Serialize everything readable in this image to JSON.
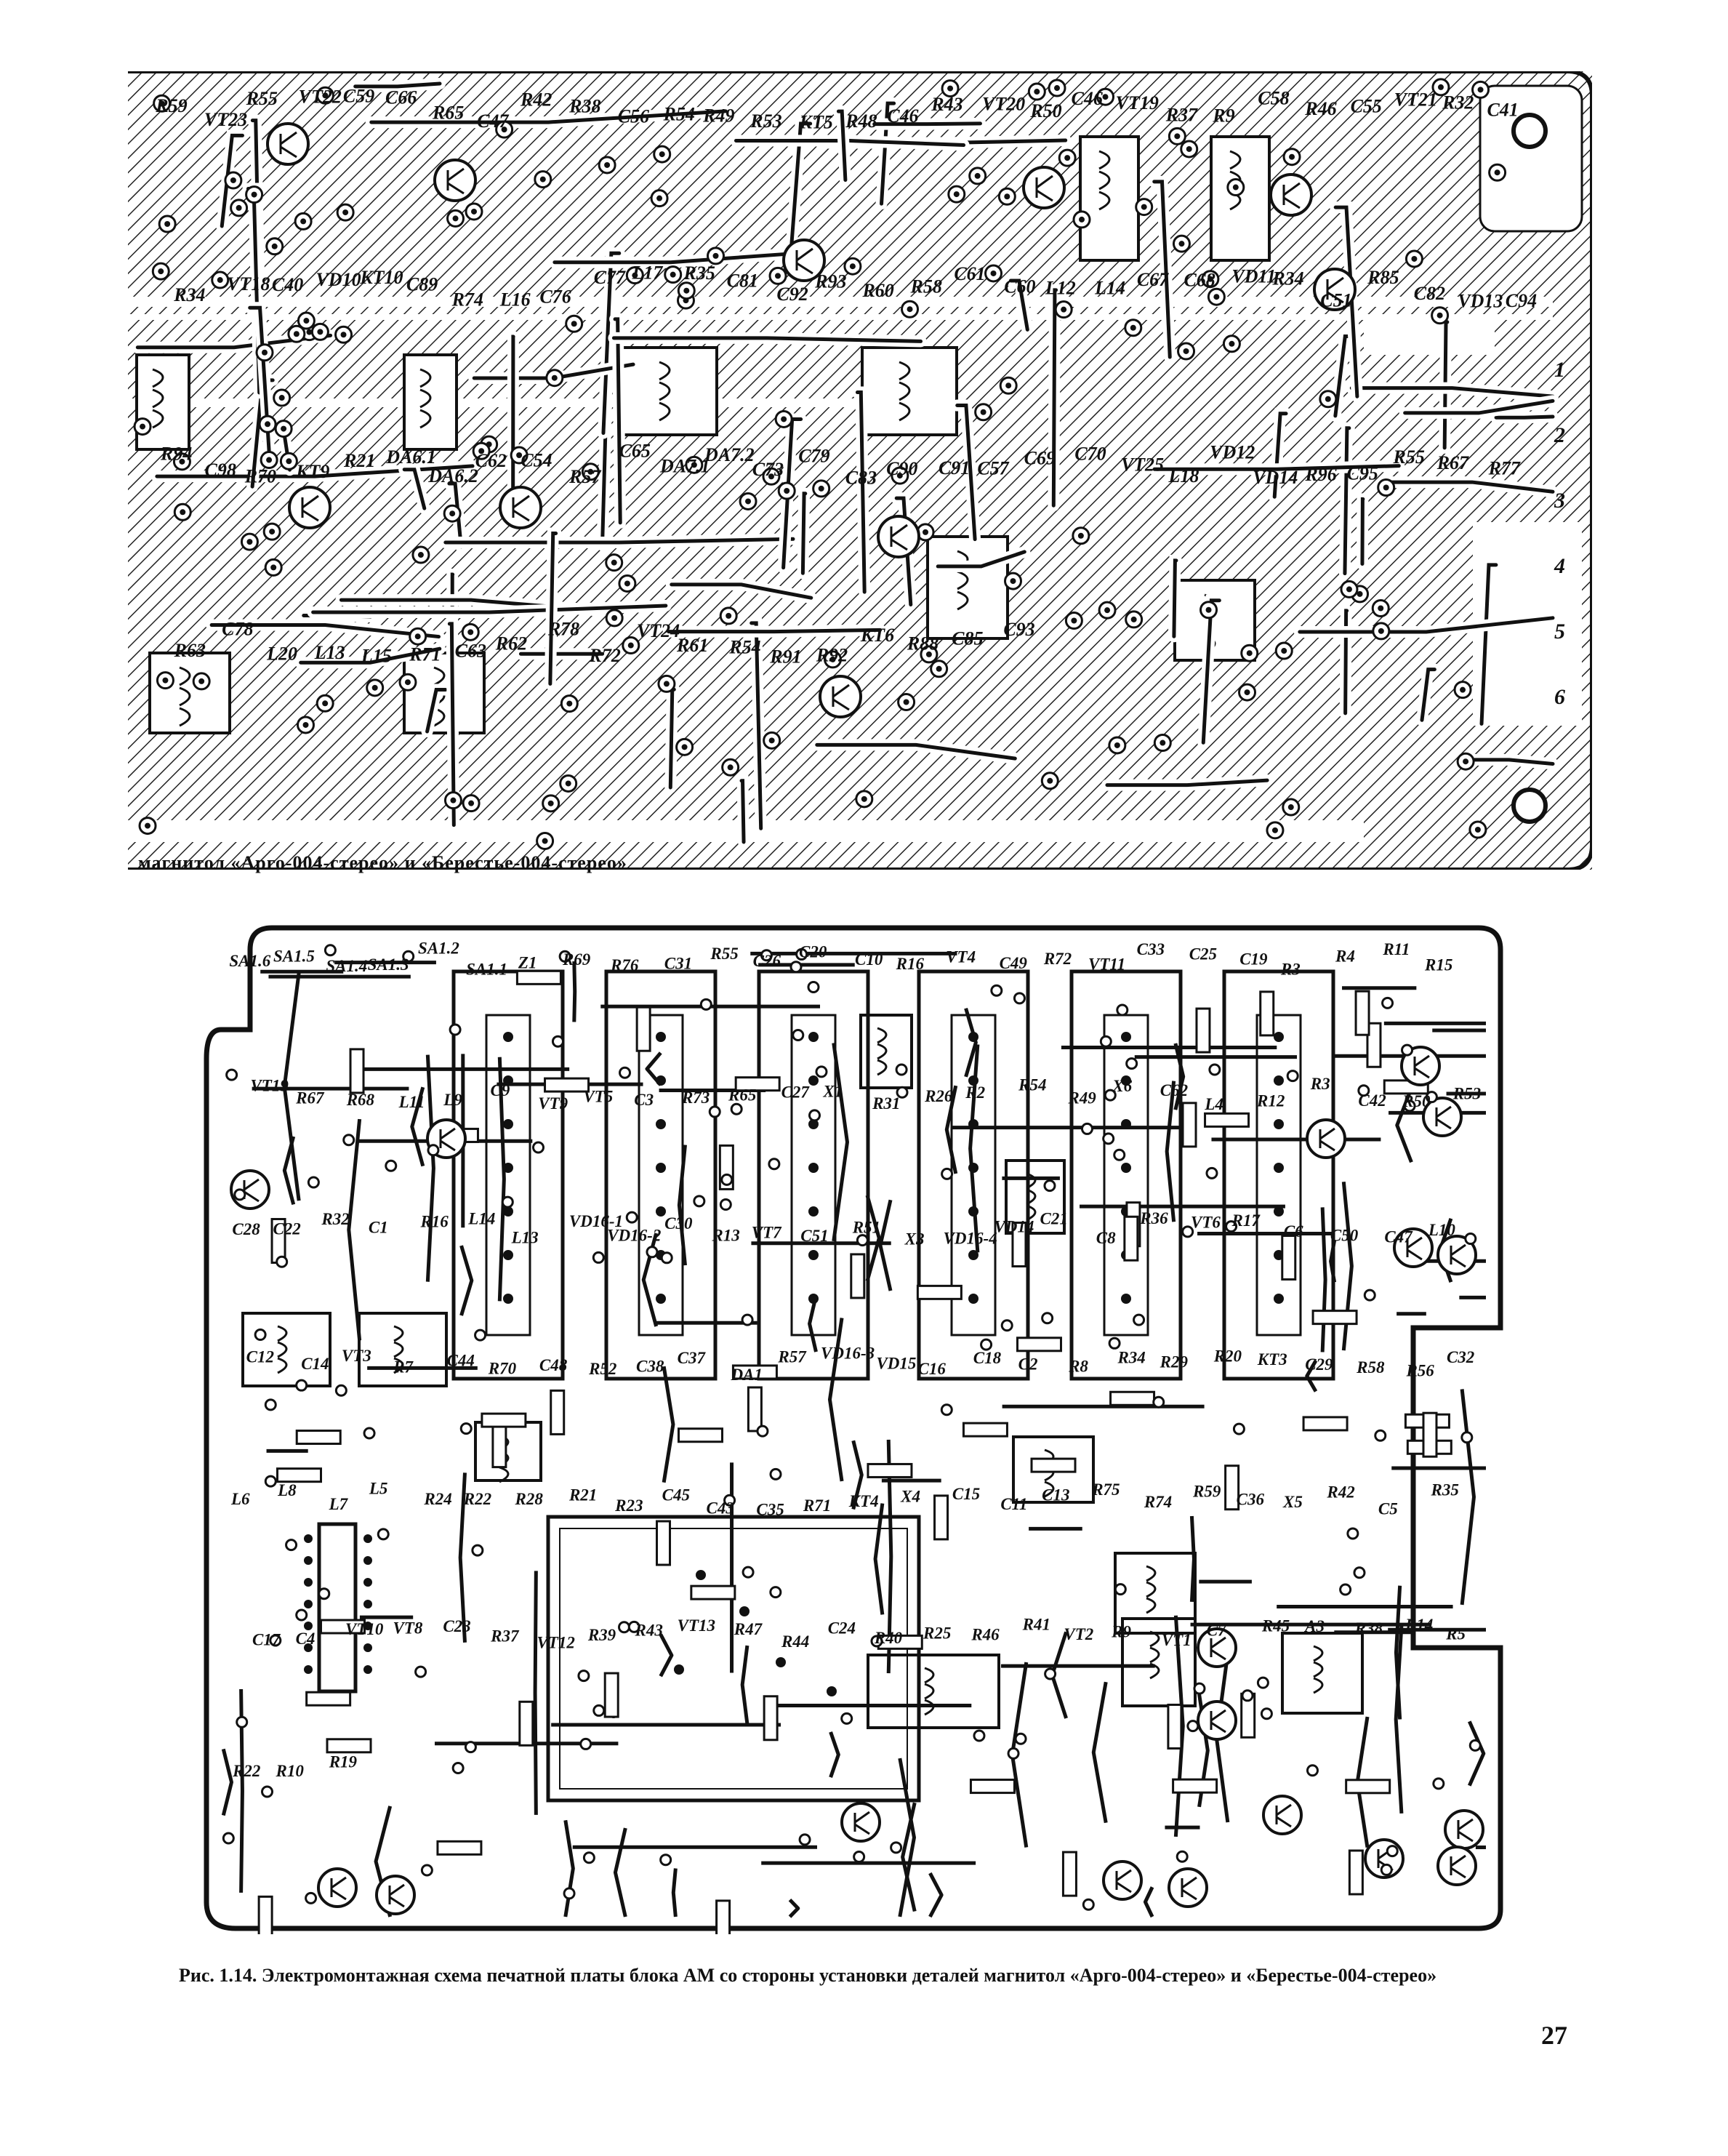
{
  "top_board": {
    "caption": "магнитол «Арго-004-стерео» и «Берестье-004-стерео»",
    "components": [
      "R59",
      "VT23",
      "R55",
      "VT22",
      "C59",
      "C66",
      "R65",
      "C47",
      "R42",
      "R38",
      "C56",
      "R54",
      "R49",
      "R53",
      "KT5",
      "R48",
      "C46",
      "R43",
      "VT20",
      "R50",
      "C46",
      "VT19",
      "R37",
      "R9",
      "C58",
      "R46",
      "C55",
      "VT21",
      "R32",
      "C41",
      "R34",
      "VT18",
      "C40",
      "VD10",
      "KT10",
      "C89",
      "R74",
      "L16",
      "C76",
      "C77",
      "L17",
      "R35",
      "C81",
      "C92",
      "R93",
      "R60",
      "R58",
      "C61",
      "C60",
      "L12",
      "L14",
      "C67",
      "C68",
      "VD11",
      "R34",
      "C51",
      "R85",
      "C82",
      "VD13",
      "C94",
      "R94",
      "C98",
      "R70",
      "KT9",
      "R21",
      "DA6.1",
      "DA6.2",
      "C62",
      "C54",
      "R57",
      "C65",
      "DA7.1",
      "DA7.2",
      "C73",
      "C79",
      "C83",
      "C90",
      "C91",
      "C57",
      "C69",
      "C70",
      "VT25",
      "L18",
      "VD12",
      "VD14",
      "R96",
      "C95",
      "R55",
      "R67",
      "R77",
      "R63",
      "C78",
      "L20",
      "L13",
      "L15",
      "R71",
      "C63",
      "R62",
      "R78",
      "R72",
      "VT24",
      "R61",
      "R54",
      "R91",
      "R92",
      "KT6",
      "R88",
      "C85",
      "C93"
    ],
    "pin_labels": [
      "1",
      "2",
      "3",
      "4",
      "5",
      "6"
    ]
  },
  "bottom_board": {
    "components": [
      "SA1.6",
      "SA1.5",
      "SA1.4",
      "SA1.3",
      "SA1.2",
      "SA1.1",
      "Z1",
      "R69",
      "R76",
      "C31",
      "R55",
      "C26",
      "C20",
      "C10",
      "R16",
      "VT4",
      "C49",
      "R72",
      "VT11",
      "C33",
      "C25",
      "C19",
      "R3",
      "R4",
      "R11",
      "R15",
      "VT19",
      "R67",
      "R68",
      "L11",
      "L9",
      "C9",
      "VT9",
      "VT5",
      "C3",
      "R73",
      "R65",
      "C27",
      "X1",
      "R31",
      "R26",
      "R2",
      "R54",
      "R49",
      "X6",
      "C62",
      "L4",
      "R12",
      "R3",
      "C42",
      "R50",
      "R53",
      "C28",
      "C22",
      "R32",
      "C1",
      "R16",
      "L14",
      "L13",
      "VD16-1",
      "VD16-2",
      "C30",
      "R13",
      "VT7",
      "C51",
      "R51",
      "X3",
      "VD16-4",
      "VD14",
      "C21",
      "C8",
      "R36",
      "VT6",
      "R17",
      "C6",
      "C50",
      "C47",
      "L10",
      "C12",
      "C14",
      "VT3",
      "R7",
      "C44",
      "R70",
      "C48",
      "R52",
      "C38",
      "C37",
      "DA1",
      "R57",
      "VD16-3",
      "VD15",
      "C16",
      "C18",
      "C2",
      "R8",
      "R34",
      "R29",
      "R20",
      "KT3",
      "C29",
      "R58",
      "R56",
      "C32",
      "L6",
      "L8",
      "L7",
      "L5",
      "R24",
      "R22",
      "R28",
      "R21",
      "R23",
      "C45",
      "C43",
      "C35",
      "R71",
      "KT4",
      "X4",
      "C15",
      "C11",
      "C13",
      "R75",
      "R74",
      "R59",
      "C36",
      "X5",
      "R42",
      "C5",
      "R35",
      "C17",
      "C4",
      "VT10",
      "VT8",
      "C23",
      "R37",
      "VT12",
      "R39",
      "R43",
      "VT13",
      "R47",
      "R44",
      "C24",
      "R40",
      "R25",
      "R46",
      "R41",
      "VT2",
      "R9",
      "VT1",
      "C7",
      "R45",
      "A3",
      "R38",
      "R14",
      "R5",
      "R22",
      "R10",
      "R19"
    ],
    "caption": "Рис. 1.14. Электромонтажная схема печатной платы блока АМ со стороны установки деталей магнитол «Арго-004-стерео» и «Берестье-004-стерео»"
  },
  "page_number": "27"
}
